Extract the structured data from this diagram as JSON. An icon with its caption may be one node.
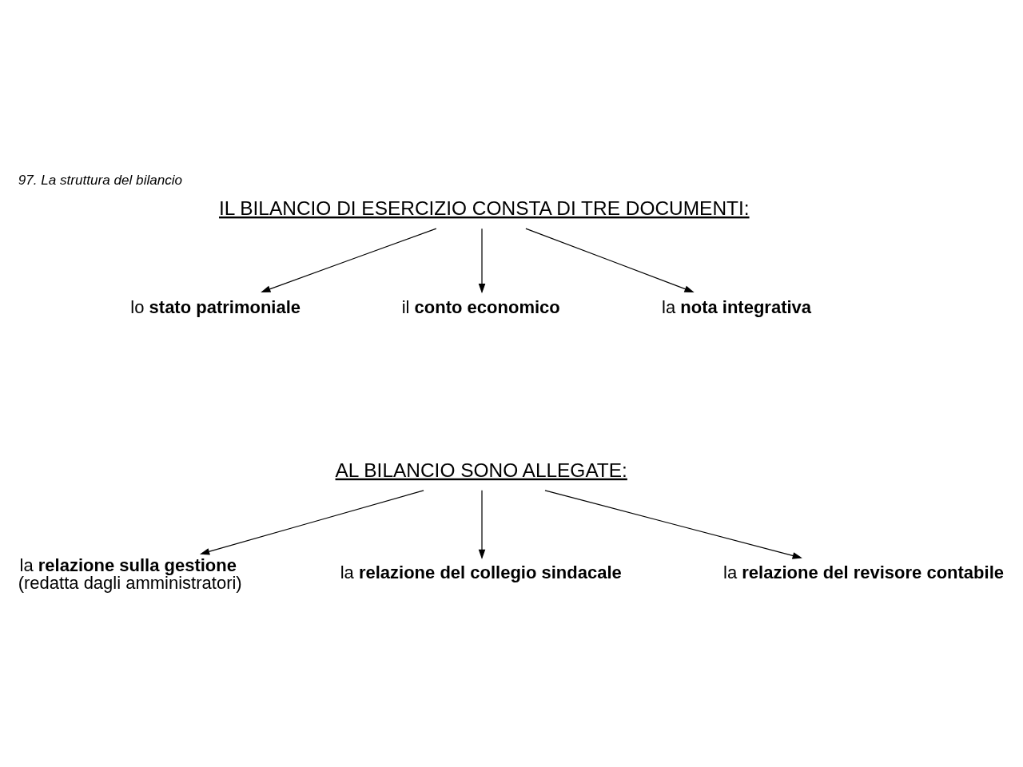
{
  "diagram": {
    "title": "97. La struttura del bilancio",
    "nodes": [
      {
        "text": [
          "IL BILANCIO DI ESERCIZIO CONSTA DI TRE DOCUMENTI:"
        ]
      },
      {
        "text": [
          "lo **stato patrimoniale**"
        ]
      },
      {
        "text": [
          "il **conto economico**"
        ]
      },
      {
        "text": [
          "la **nota integrativa**"
        ]
      },
      {
        "text": [
          "AL BILANCIO SONO ALLEGATE:"
        ]
      },
      {
        "text": [
          "la **relazione sulla gestione**",
          "(redatta dagli amministratori)"
        ]
      },
      {
        "text": [
          "la **relazione del collegio sindacale**"
        ]
      },
      {
        "text": [
          "la **relazione del revisore contabile**"
        ]
      }
    ],
    "edges": [
      {
        "from": 0,
        "to": 1,
        "arrow": "to"
      },
      {
        "from": 0,
        "to": 2,
        "arrow": "to"
      },
      {
        "from": 0,
        "to": 3,
        "arrow": "to"
      },
      {
        "from": 4,
        "to": 5,
        "arrow": "to"
      },
      {
        "from": 4,
        "to": 6,
        "arrow": "to"
      },
      {
        "from": 4,
        "to": 7,
        "arrow": "to"
      }
    ]
  }
}
